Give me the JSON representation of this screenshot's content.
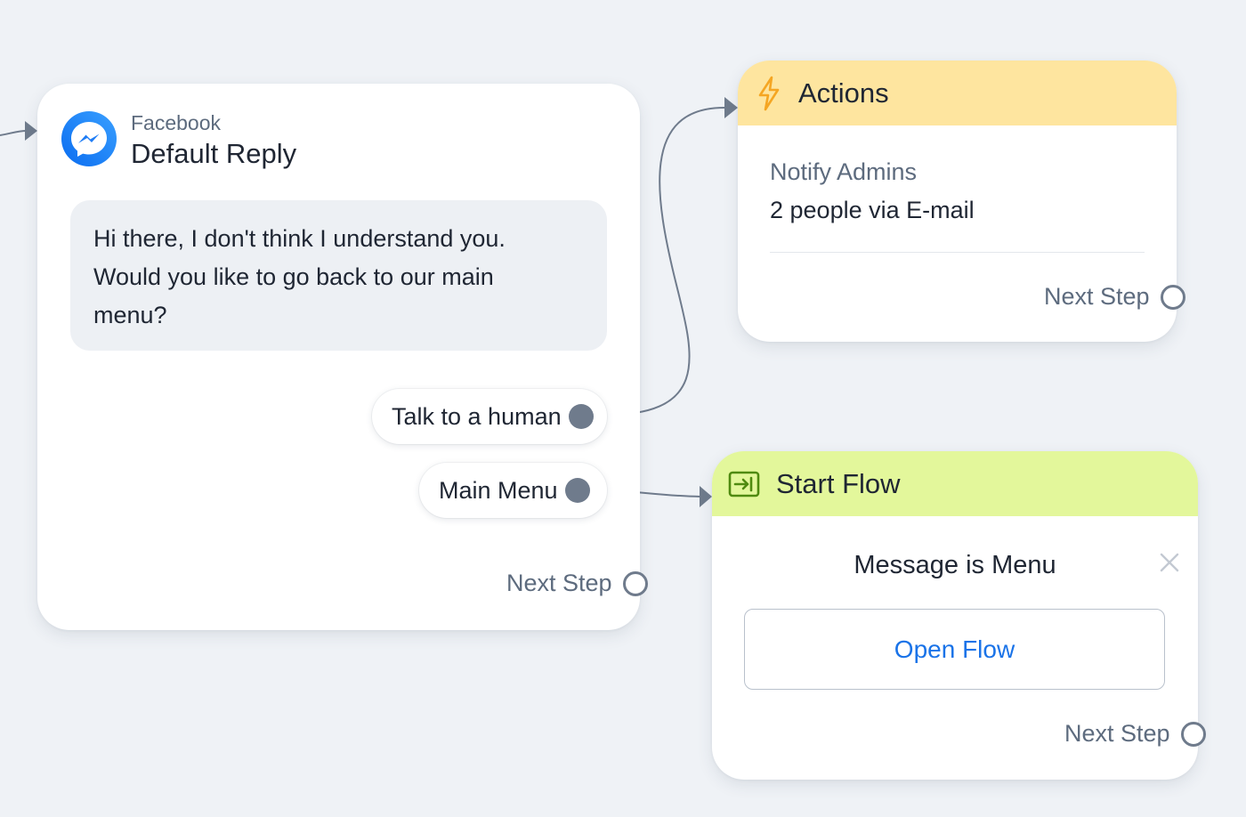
{
  "reply_card": {
    "source": "Facebook",
    "title": "Default Reply",
    "message_lines": [
      "Hi there, I don't think I understand you.",
      "Would you like to go back to our main",
      "menu?"
    ],
    "quick_replies": [
      {
        "label": "Talk to a human"
      },
      {
        "label": "Main Menu"
      }
    ],
    "next_step_label": "Next Step"
  },
  "actions_card": {
    "title": "Actions",
    "action_name": "Notify Admins",
    "action_detail": "2 people via E-mail",
    "next_step_label": "Next Step"
  },
  "flow_card": {
    "title": "Start Flow",
    "condition": "Message is Menu",
    "button_label": "Open Flow",
    "next_step_label": "Next Step"
  },
  "colors": {
    "canvas_bg": "#eff2f6",
    "actions_header": "#fee59f",
    "flow_header": "#e3f79b",
    "link_blue": "#1a73e8",
    "wire": "#6f7b8c"
  }
}
